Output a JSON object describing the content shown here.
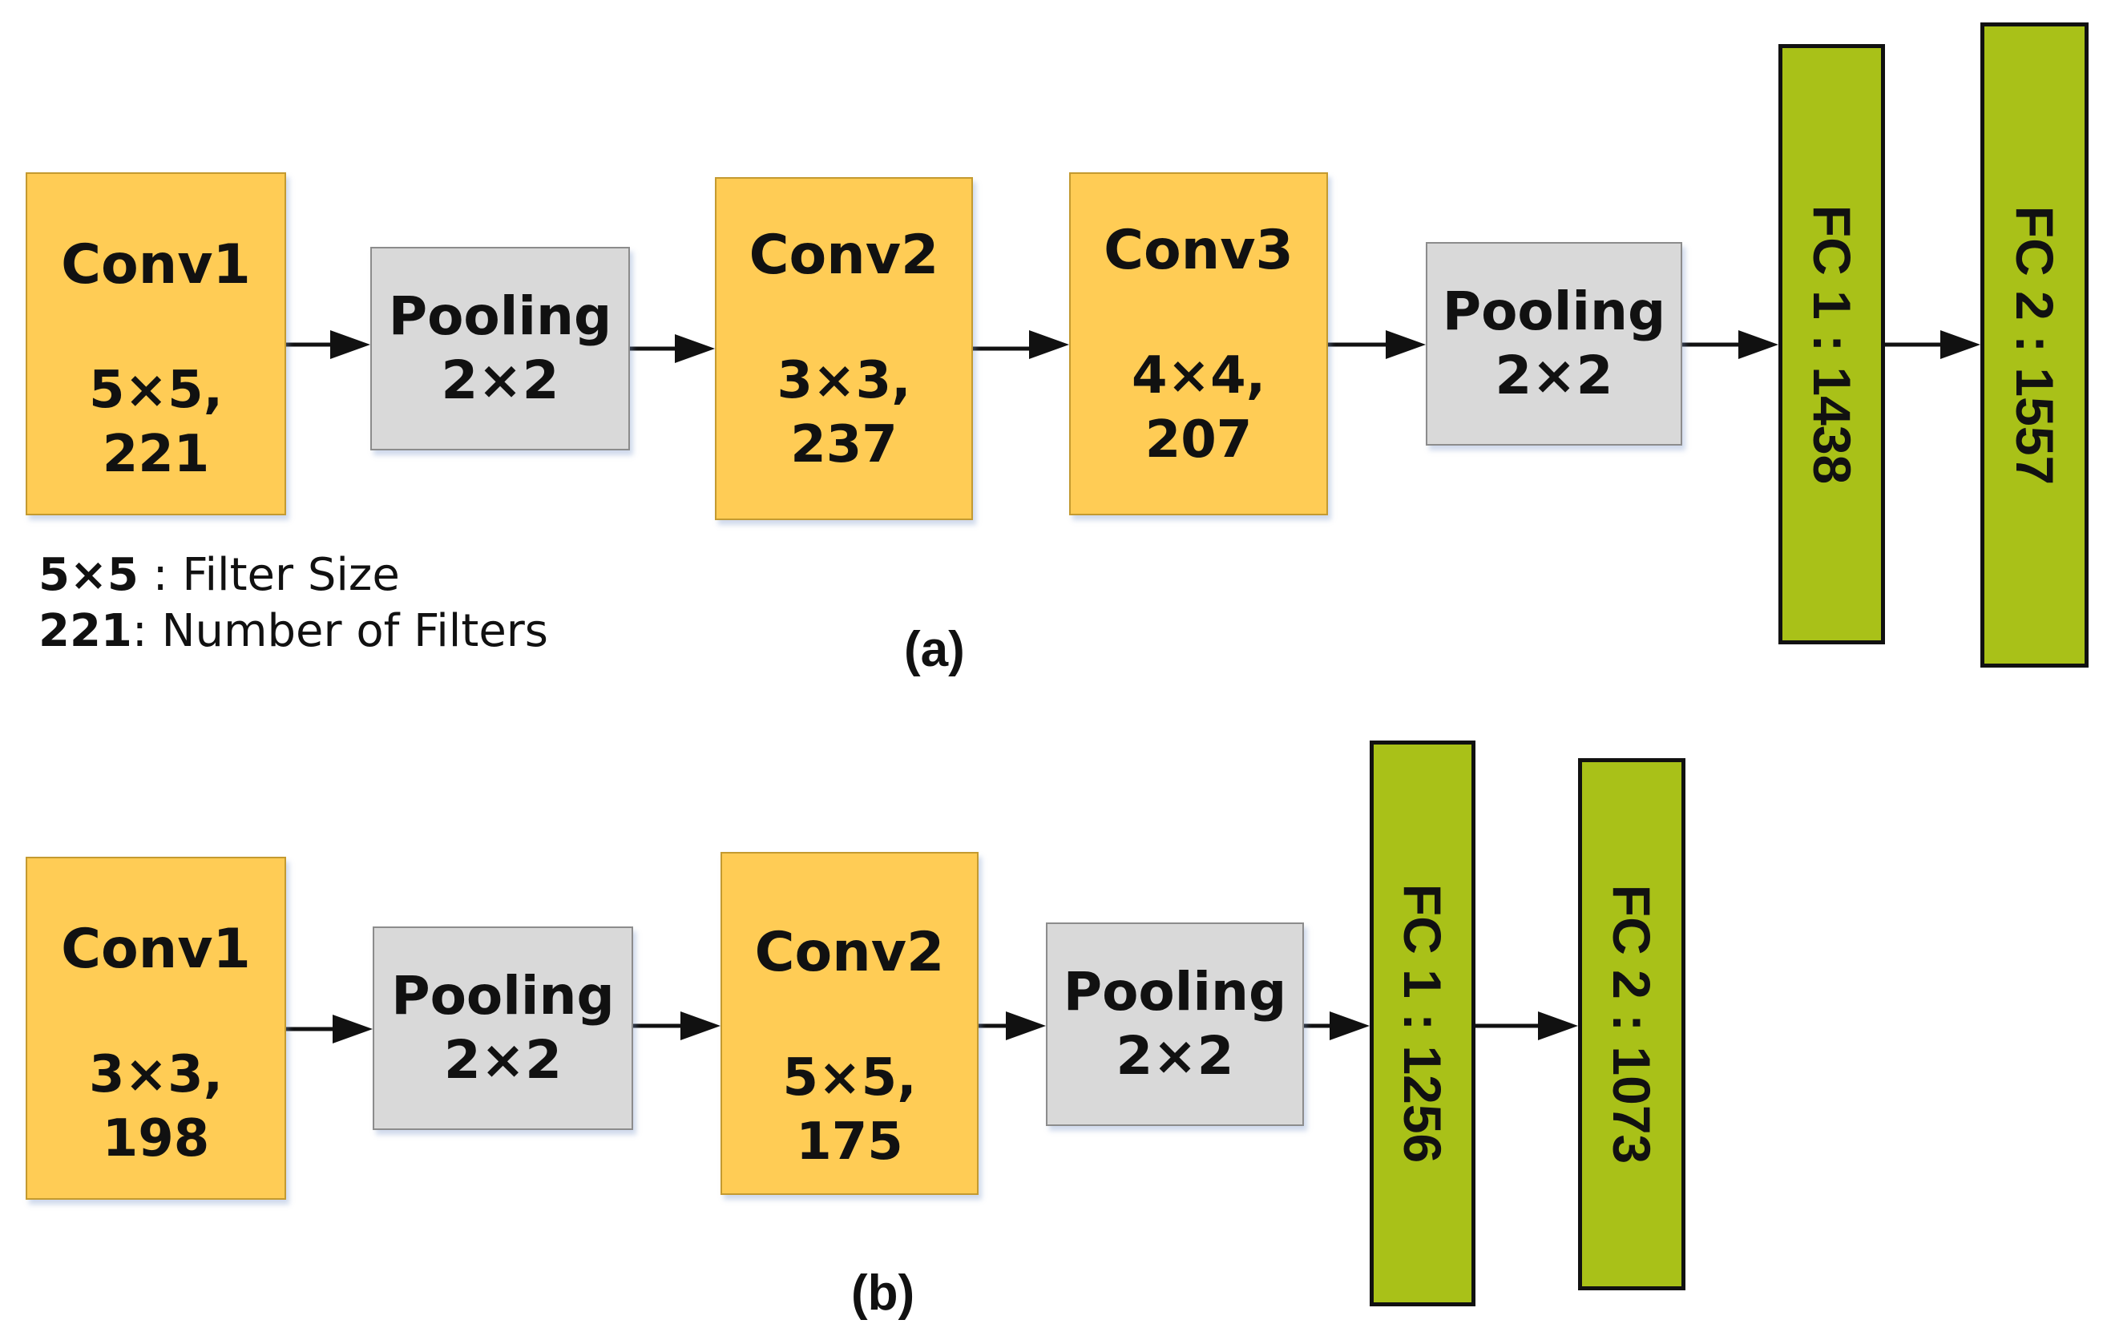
{
  "diagram_a": {
    "caption": "(a)",
    "conv1": {
      "name": "Conv1",
      "size": "5×5,",
      "filters": "221"
    },
    "pool1": {
      "name": "Pooling",
      "size": "2×2"
    },
    "conv2": {
      "name": "Conv2",
      "size": "3×3,",
      "filters": "237"
    },
    "conv3": {
      "name": "Conv3",
      "size": "4×4,",
      "filters": "207"
    },
    "pool2": {
      "name": "Pooling",
      "size": "2×2"
    },
    "fc1": "FC 1 : 1438",
    "fc2": "FC 2 : 1557",
    "legend": {
      "size_key": "5×5",
      "size_desc": " : Filter Size",
      "count_key": "221",
      "count_desc": ": Number of Filters"
    }
  },
  "diagram_b": {
    "caption": "(b)",
    "conv1": {
      "name": "Conv1",
      "size": "3×3,",
      "filters": "198"
    },
    "pool1": {
      "name": "Pooling",
      "size": "2×2"
    },
    "conv2": {
      "name": "Conv2",
      "size": "5×5,",
      "filters": "175"
    },
    "pool2": {
      "name": "Pooling",
      "size": "2×2"
    },
    "fc1": "FC 1 : 1256",
    "fc2": "FC 2 : 1073"
  },
  "colors": {
    "conv": "#ffcc55",
    "pooling": "#d9d9d9",
    "fc": "#a9c118",
    "arrow": "#111111"
  }
}
